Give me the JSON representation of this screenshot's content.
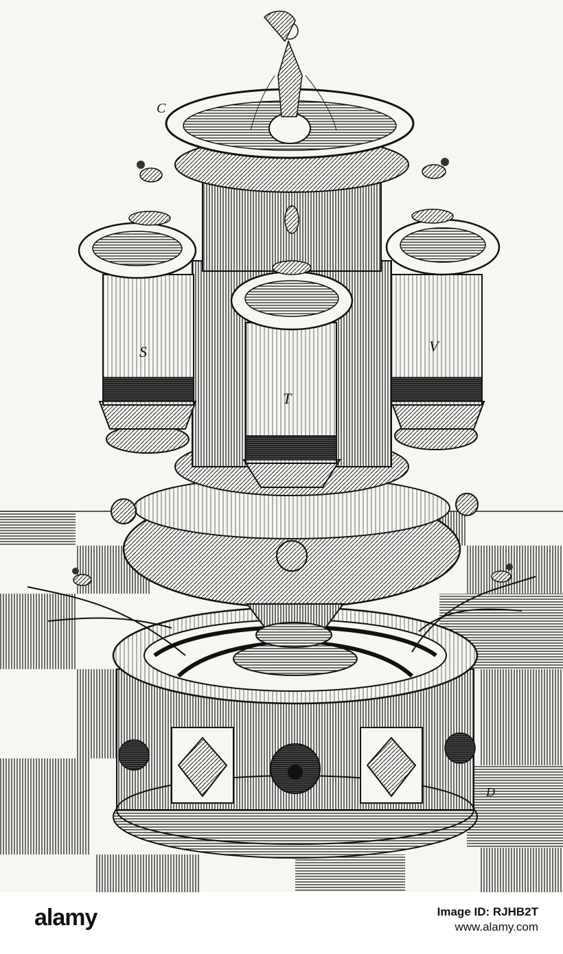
{
  "engraving": {
    "labels": {
      "top": "C",
      "left": "S",
      "center": "T",
      "right": "V",
      "base": "D"
    }
  },
  "footer": {
    "logo": "alamy",
    "image_code": "Image ID: RJHB2T",
    "site": "www.alamy.com"
  },
  "colors": {
    "ink": "#1a1a1a",
    "paper": "#f7f6f2",
    "shade": "#5a5a5a"
  }
}
